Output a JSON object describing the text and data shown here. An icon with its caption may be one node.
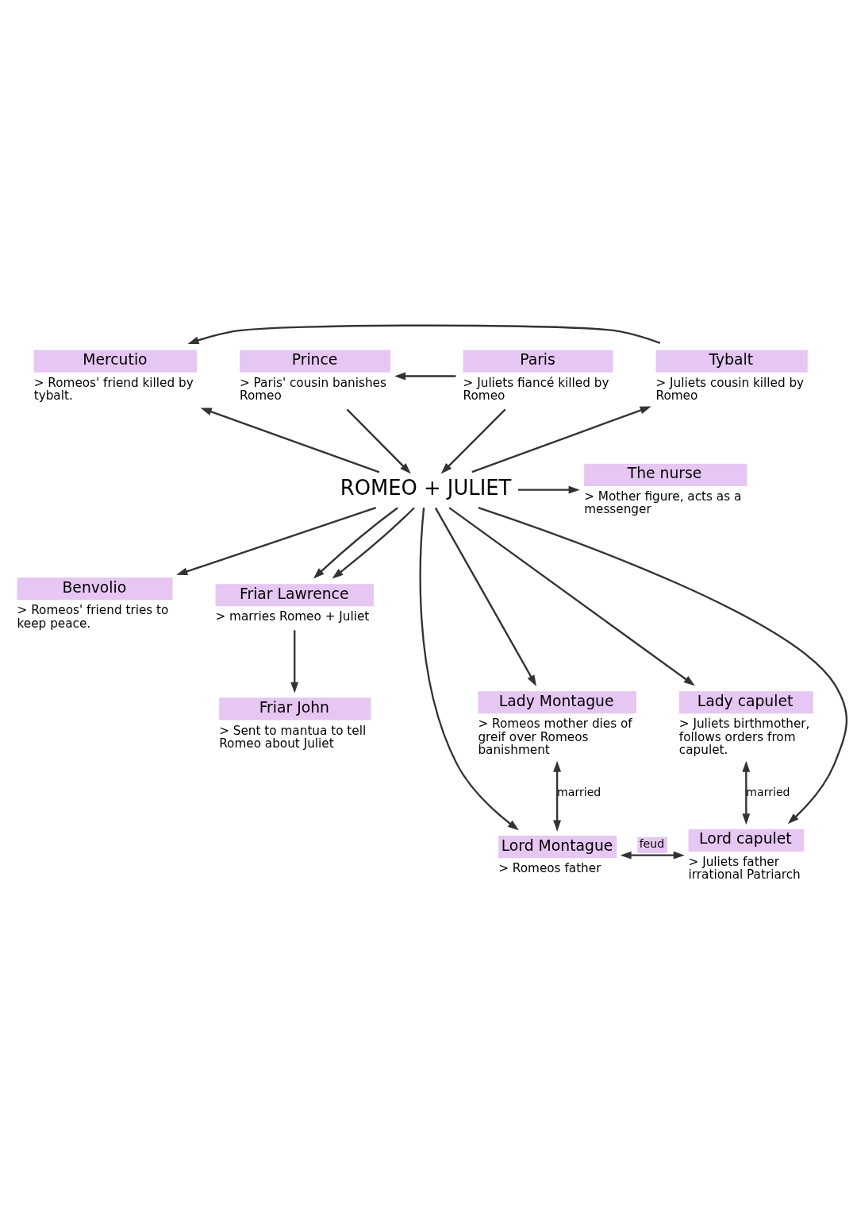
{
  "diagram": {
    "nodes": [
      {
        "text": [
          "Mercutio",
          "> Romeos' friend killed by tybalt."
        ]
      },
      {
        "text": [
          "Tybalt",
          "> Juliets cousin killed by Romeo"
        ]
      },
      {
        "text": [
          "Prince",
          "> Paris' cousin banishes Romeo"
        ]
      },
      {
        "text": [
          "Paris",
          "> Juliets fiancé killed by Romeo"
        ]
      },
      {
        "text": [
          "ROMEO + JULIET"
        ]
      },
      {
        "text": [
          "The nurse",
          "> Mother figure, acts as a messenger"
        ]
      },
      {
        "text": [
          "Benvolio",
          "> Romeos' friend tries to keep peace."
        ]
      },
      {
        "text": [
          "Friar Lawrence",
          "> marries Romeo + Juliet"
        ]
      },
      {
        "text": [
          "Friar John",
          "> Sent to mantua to tell Romeo about Juliet"
        ]
      },
      {
        "text": [
          "Lady Montague",
          "> Romeos mother dies of greif over Romeos banishment"
        ]
      },
      {
        "text": [
          "Lady capulet",
          "> Juliets birthmother, follows orders from capulet."
        ]
      },
      {
        "text": [
          "Lord Montague",
          "> Romeos father"
        ]
      },
      {
        "text": [
          "Lord capulet",
          "> Juliets father irrational Patriarch"
        ]
      }
    ],
    "edges": [
      {
        "from": 1,
        "to": 0,
        "arrow": "to"
      },
      {
        "from": 4,
        "to": 0,
        "arrow": "to"
      },
      {
        "from": 4,
        "to": 1,
        "arrow": "to"
      },
      {
        "from": 3,
        "to": 2,
        "arrow": "to"
      },
      {
        "from": 2,
        "to": 4,
        "arrow": "to"
      },
      {
        "from": 3,
        "to": 4,
        "arrow": "to"
      },
      {
        "from": 4,
        "to": 5,
        "arrow": "to"
      },
      {
        "from": 4,
        "to": 6,
        "arrow": "to"
      },
      {
        "from": 4,
        "to": 7,
        "arrow": "to"
      },
      {
        "from": 4,
        "to": 7,
        "arrow": "to"
      },
      {
        "from": 7,
        "to": 8,
        "arrow": "to"
      },
      {
        "from": 4,
        "to": 9,
        "arrow": "to"
      },
      {
        "from": 4,
        "to": 11,
        "arrow": "to"
      },
      {
        "from": 4,
        "to": 12,
        "arrow": "to"
      },
      {
        "from": 4,
        "to": 10,
        "arrow": "to"
      },
      {
        "from": 9,
        "to": 11,
        "arrow": "both",
        "label": "married"
      },
      {
        "from": 10,
        "to": 12,
        "arrow": "both",
        "label": "married"
      },
      {
        "from": 11,
        "to": 12,
        "arrow": "both",
        "label": "feud"
      }
    ]
  }
}
